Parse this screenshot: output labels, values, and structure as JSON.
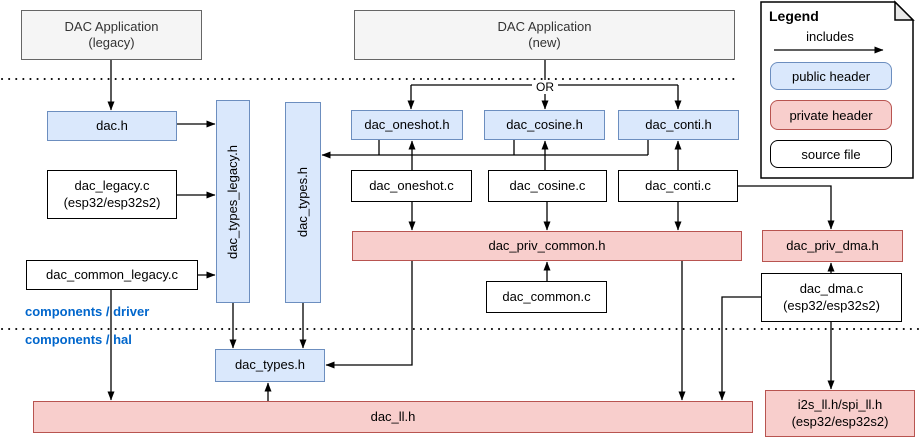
{
  "apps": {
    "legacy": {
      "line1": "DAC Application",
      "line2": "(legacy)"
    },
    "new": {
      "line1": "DAC Application",
      "line2": "(new)"
    }
  },
  "or_label": "OR",
  "layer_labels": {
    "driver": "components / driver",
    "hal": "components / hal"
  },
  "nodes": {
    "dac_h": {
      "label": "dac.h"
    },
    "dac_legacy_c": {
      "line1": "dac_legacy.c",
      "line2": "(esp32/esp32s2)"
    },
    "dac_common_legacy_c": {
      "label": "dac_common_legacy.c"
    },
    "dac_types_legacy_h": {
      "label": "dac_types_legacy.h"
    },
    "dac_types_h_driver": {
      "label": "dac_types.h"
    },
    "dac_oneshot_h": {
      "label": "dac_oneshot.h"
    },
    "dac_cosine_h": {
      "label": "dac_cosine.h"
    },
    "dac_conti_h": {
      "label": "dac_conti.h"
    },
    "dac_oneshot_c": {
      "label": "dac_oneshot.c"
    },
    "dac_cosine_c": {
      "label": "dac_cosine.c"
    },
    "dac_conti_c": {
      "label": "dac_conti.c"
    },
    "dac_priv_common_h": {
      "label": "dac_priv_common.h"
    },
    "dac_common_c": {
      "label": "dac_common.c"
    },
    "dac_priv_dma_h": {
      "label": "dac_priv_dma.h"
    },
    "dac_dma_c": {
      "line1": "dac_dma.c",
      "line2": "(esp32/esp32s2)"
    },
    "dac_types_h_hal": {
      "label": "dac_types.h"
    },
    "dac_ll_h": {
      "label": "dac_ll.h"
    },
    "i2s_spi_ll": {
      "line1": "i2s_ll.h/spi_ll.h",
      "line2": "(esp32/esp32s2)"
    }
  },
  "legend": {
    "title": "Legend",
    "includes_label": "includes",
    "items": [
      {
        "label": "public header"
      },
      {
        "label": "private header"
      },
      {
        "label": "source file"
      }
    ]
  },
  "colors": {
    "public_header_fill": "#dae8fc",
    "public_header_stroke": "#6c8ebf",
    "private_header_fill": "#f8cecc",
    "private_header_stroke": "#b85450",
    "application_fill": "#f5f5f5",
    "application_stroke": "#666666",
    "source_fill": "#ffffff",
    "source_stroke": "#000000",
    "layer_label_color": "#0066cc"
  }
}
